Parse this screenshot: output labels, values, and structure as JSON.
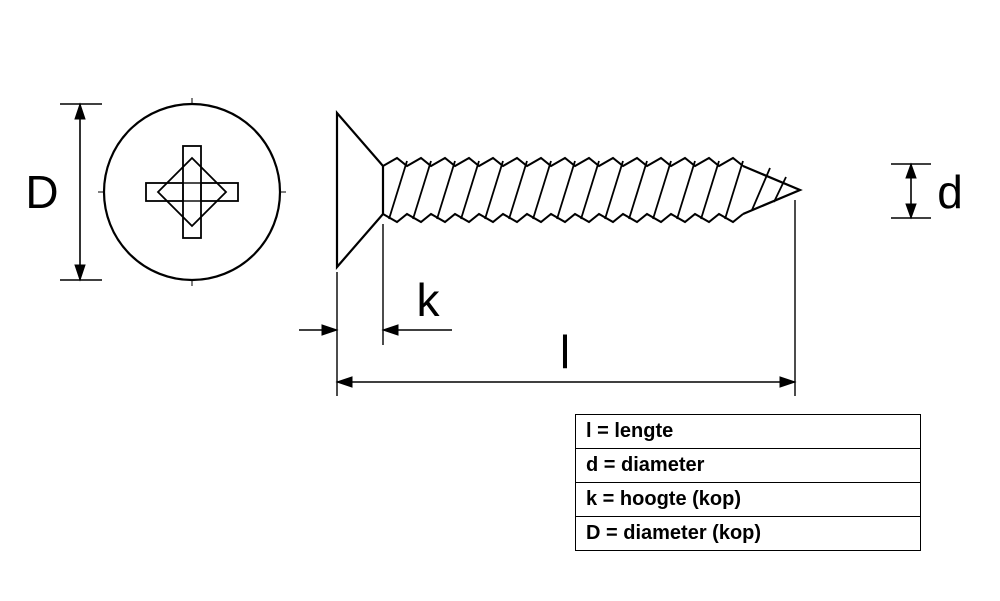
{
  "diagram": {
    "title": "countersunk-phillips-screw-dimension-drawing",
    "labels": {
      "head_diameter": "D",
      "head_height": "k",
      "length": "l",
      "diameter": "d"
    },
    "legend": {
      "rows": [
        {
          "text": "l = lengte"
        },
        {
          "text": "d = diameter"
        },
        {
          "text": "k = hoogte (kop)"
        },
        {
          "text": "D = diameter (kop)"
        }
      ]
    },
    "colors": {
      "line": "#000000",
      "background": "#ffffff"
    }
  }
}
